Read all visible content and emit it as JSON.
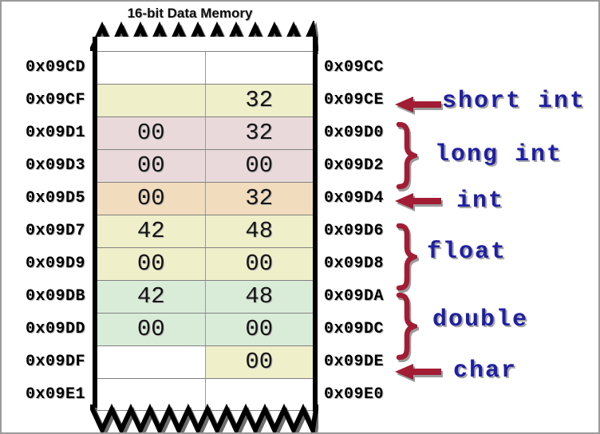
{
  "title": "16-bit Data Memory",
  "colors": {
    "row_yellow": "#efefc9",
    "row_pink": "#e9d9da",
    "row_tan": "#f1dcbd",
    "row_green": "#d9ecd8",
    "arrow_red": "#a21c34",
    "label_blue": "#1f1fa4"
  },
  "memory_table": {
    "rows": [
      {
        "left_addr": "0x09CD",
        "right_addr": "0x09CC",
        "left_val": "",
        "right_val": ""
      },
      {
        "left_addr": "0x09CF",
        "right_addr": "0x09CE",
        "left_val": "",
        "right_val": "32"
      },
      {
        "left_addr": "0x09D1",
        "right_addr": "0x09D0",
        "left_val": "00",
        "right_val": "32"
      },
      {
        "left_addr": "0x09D3",
        "right_addr": "0x09D2",
        "left_val": "00",
        "right_val": "00"
      },
      {
        "left_addr": "0x09D5",
        "right_addr": "0x09D4",
        "left_val": "00",
        "right_val": "32"
      },
      {
        "left_addr": "0x09D7",
        "right_addr": "0x09D6",
        "left_val": "42",
        "right_val": "48"
      },
      {
        "left_addr": "0x09D9",
        "right_addr": "0x09D8",
        "left_val": "00",
        "right_val": "00"
      },
      {
        "left_addr": "0x09DB",
        "right_addr": "0x09DA",
        "left_val": "42",
        "right_val": "48"
      },
      {
        "left_addr": "0x09DD",
        "right_addr": "0x09DC",
        "left_val": "00",
        "right_val": "00"
      },
      {
        "left_addr": "0x09DF",
        "right_addr": "0x09DE",
        "left_val": "",
        "right_val": "00"
      },
      {
        "left_addr": "0x09E1",
        "right_addr": "0x09E0",
        "left_val": "",
        "right_val": ""
      }
    ]
  },
  "annotations": [
    {
      "type": "arrow",
      "label": "short int",
      "target": "0x09CE"
    },
    {
      "type": "brace",
      "label": "long int",
      "target": "0x09D0-0x09D2"
    },
    {
      "type": "arrow",
      "label": "int",
      "target": "0x09D4"
    },
    {
      "type": "brace",
      "label": "float",
      "target": "0x09D6-0x09D8"
    },
    {
      "type": "brace",
      "label": "double",
      "target": "0x09DA-0x09DC"
    },
    {
      "type": "arrow",
      "label": "char",
      "target": "0x09DE"
    }
  ]
}
